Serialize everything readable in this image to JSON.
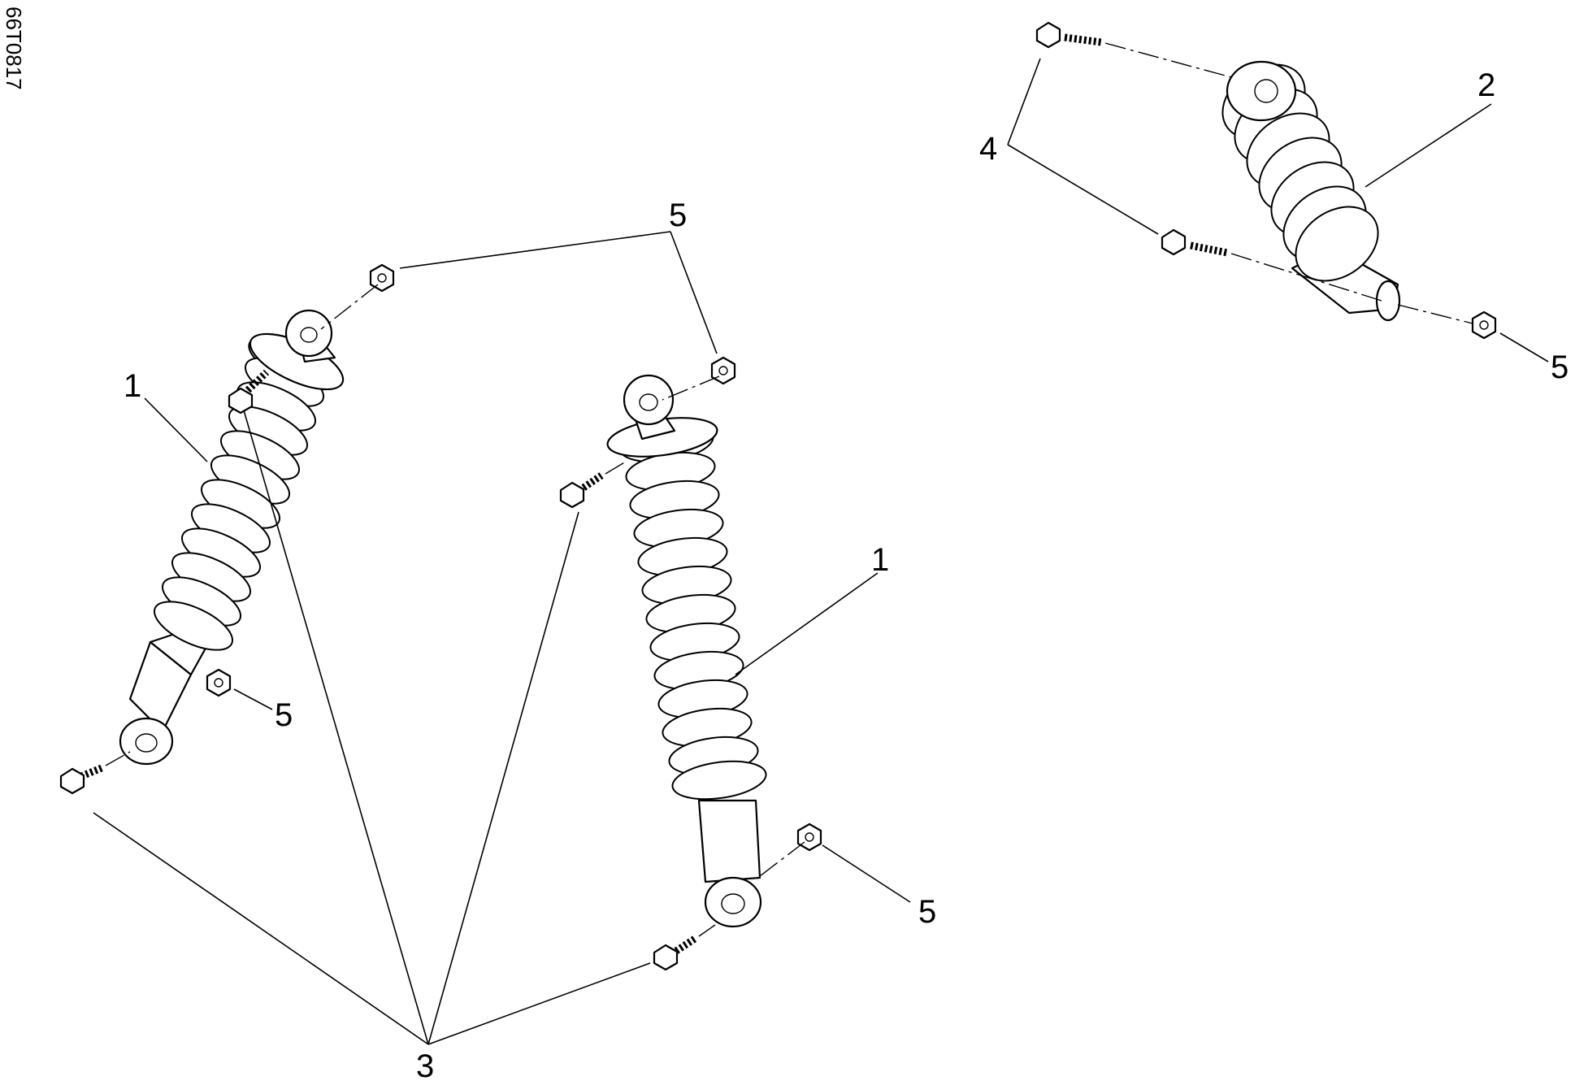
{
  "drawing_ref": "66T0817",
  "callouts": {
    "front_left_shock": "1",
    "front_right_shock": "1",
    "rear_shock": "2",
    "bolts_front": "3",
    "bolts_rear": "4",
    "nut_upper_left": "5",
    "nut_lower_left": "5",
    "nut_upper_right": "5",
    "nut_lower_right": "5",
    "nut_rear": "5"
  }
}
